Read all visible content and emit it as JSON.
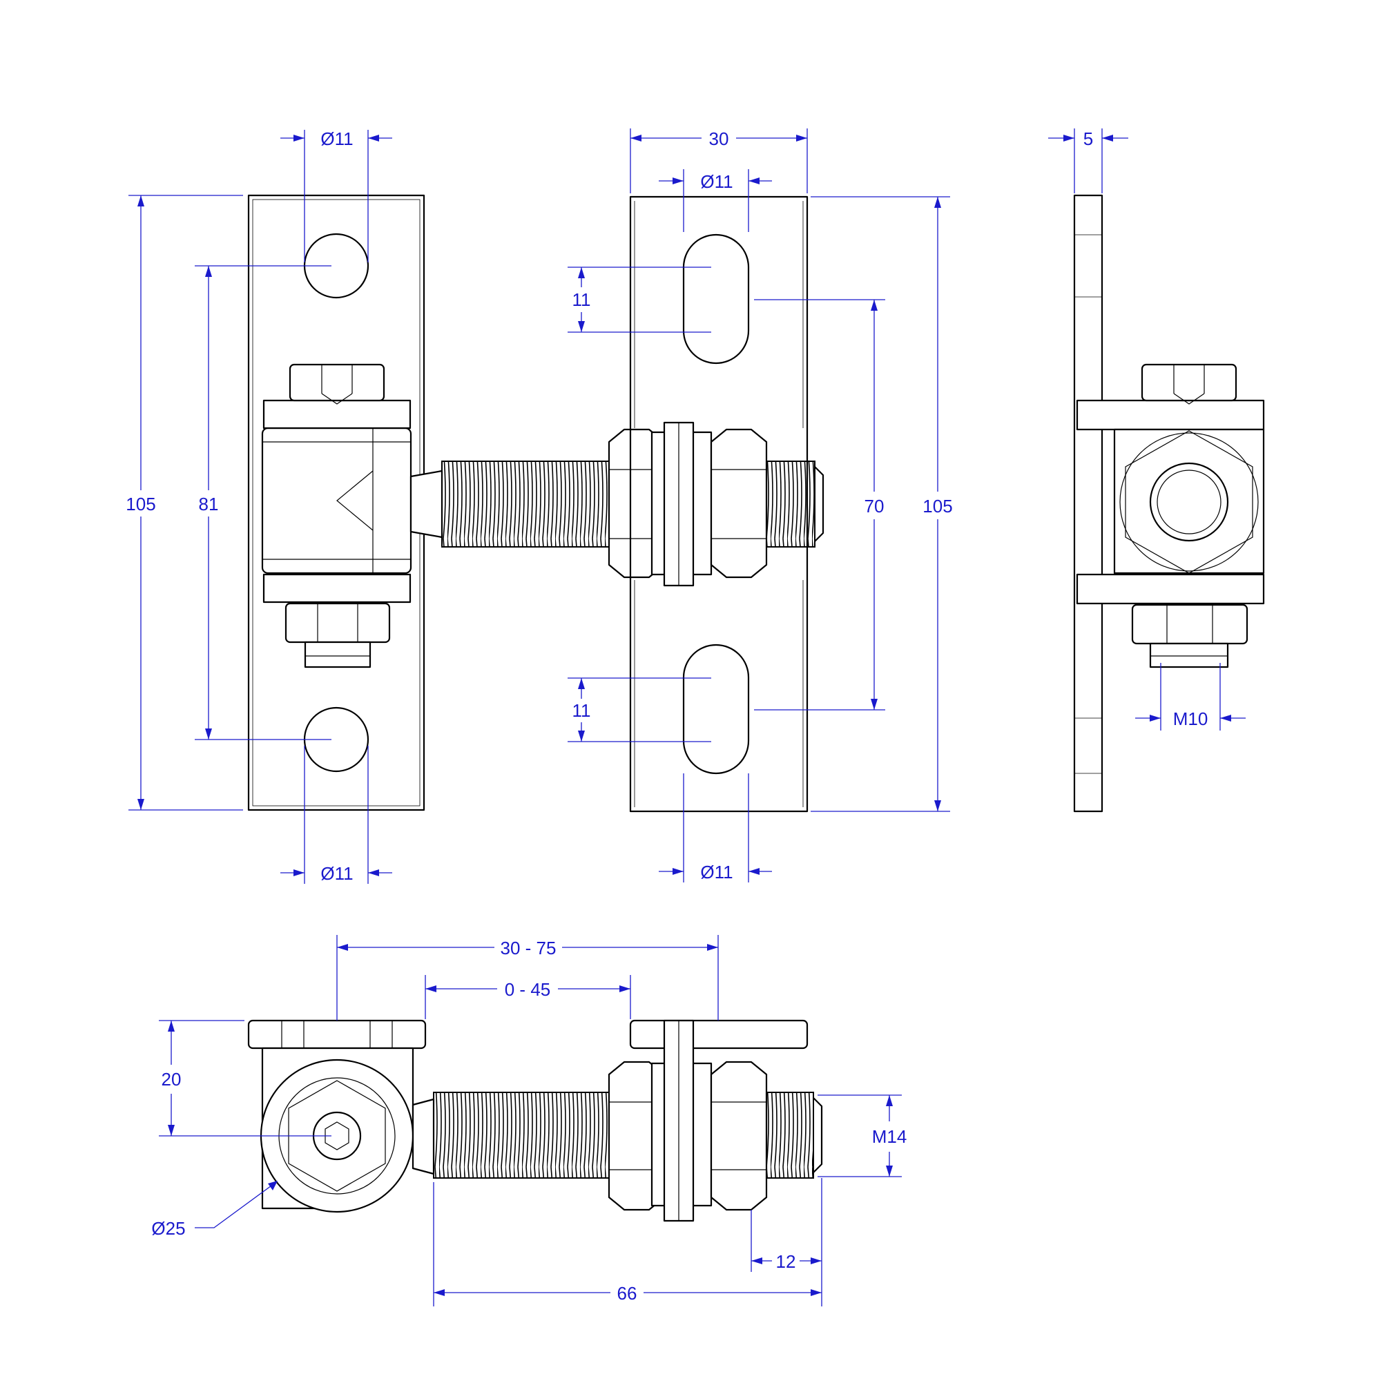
{
  "colors": {
    "line": "#000000",
    "dimension": "#1a1acc",
    "background": "#ffffff"
  },
  "dimensions": {
    "left_plate_top_hole_dia": "Ø11",
    "left_plate_bottom_hole_dia": "Ø11",
    "left_plate_height": "105",
    "left_hole_spacing": "81",
    "right_plate_width": "30",
    "right_slot_top_width": "Ø11",
    "right_slot_top_length": "11",
    "right_slot_bottom_length": "11",
    "right_slot_bottom_width": "Ø11",
    "right_slot_spacing": "70",
    "right_plate_height": "105",
    "side_plate_thickness": "5",
    "side_bolt_thread": "M10",
    "top_overall_range": "30 - 75",
    "top_gap_range": "0 - 45",
    "top_eye_offset": "20",
    "top_bolt_thread": "M14",
    "top_eye_dia": "Ø25",
    "top_end_length": "12",
    "top_bolt_length": "66"
  }
}
